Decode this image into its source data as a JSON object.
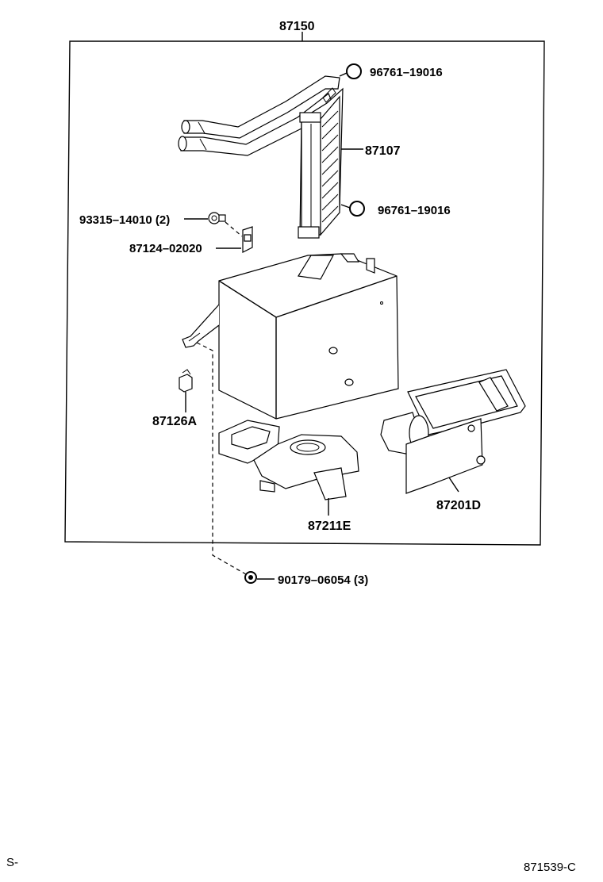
{
  "assembly_number": "87150",
  "parts": {
    "o_ring_top": "96761–19016",
    "core": "87107",
    "o_ring_bottom": "96761–19016",
    "screw": "93315–14010 (2)",
    "clamp": "87124–02020",
    "sensor": "87126A",
    "duct_left": "87211E",
    "duct_right": "87201D",
    "nut": "90179–06054 (3)"
  },
  "footer": {
    "left": "S-",
    "right": "871539-C"
  }
}
